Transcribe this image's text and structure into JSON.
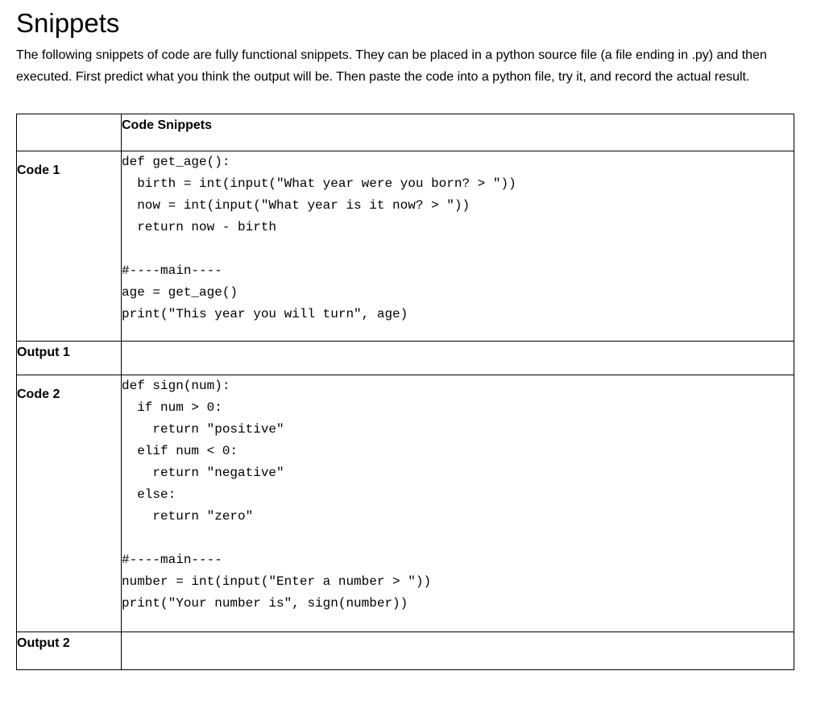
{
  "page": {
    "title": "Snippets",
    "intro": "The following snippets of code are fully functional snippets. They can be placed in a python source file (a file ending in .py) and then executed. First predict what you think the output will be. Then paste the code into a python file, try it, and record the actual result."
  },
  "colors": {
    "text": "#000000",
    "table_border": "#000000",
    "background": "#ffffff"
  },
  "table": {
    "header": {
      "blank": "",
      "code_snippets": "Code Snippets"
    },
    "rows": [
      {
        "label": "Code 1",
        "code": "def get_age():\n  birth = int(input(\"What year were you born? > \"))\n  now = int(input(\"What year is it now? > \"))\n  return now - birth\n\n#----main----\nage = get_age()\nprint(\"This year you will turn\", age)"
      },
      {
        "label": "Output 1",
        "value": ""
      },
      {
        "label": "Code 2",
        "code": "def sign(num):\n  if num > 0:\n    return \"positive\"\n  elif num < 0:\n    return \"negative\"\n  else:\n    return \"zero\"\n\n#----main----\nnumber = int(input(\"Enter a number > \"))\nprint(\"Your number is\", sign(number))"
      },
      {
        "label": "Output 2",
        "value": ""
      }
    ]
  }
}
